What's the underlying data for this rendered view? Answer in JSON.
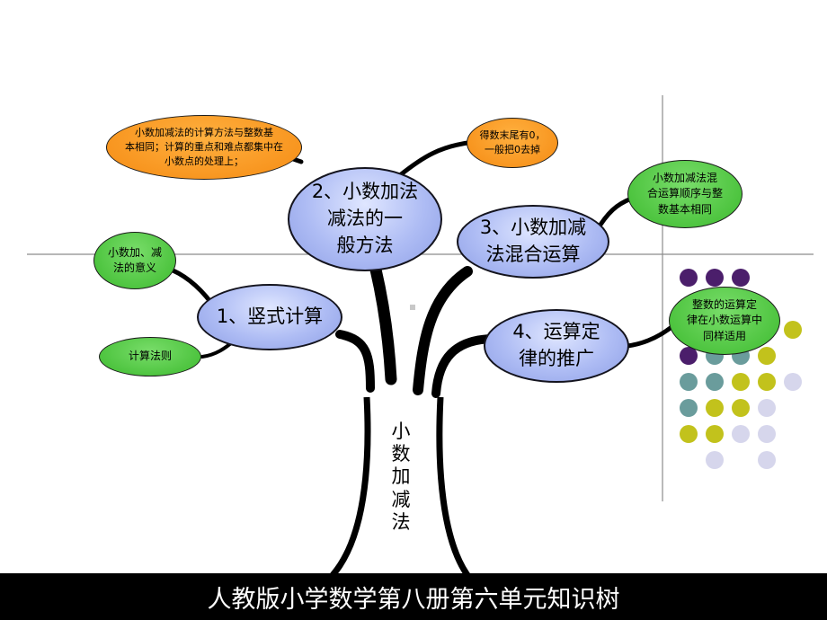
{
  "diagram": {
    "trunk_label": "小\n数\n加\n减\n法",
    "nodes": {
      "n1": "1、竖式计算",
      "n2": "2、小数加法\n减法的一\n般方法",
      "n3": "3、小数加减\n法混合运算",
      "n4": "4、运算定\n律的推广",
      "n1_meaning": "小数加、减\n法的意义",
      "n1_rule": "计算法则",
      "n2_left": "小数加减法的计算方法与整数基\n本相同；计算的重点和难点都集中在\n小数点的处理上；",
      "n2_right": "得数末尾有0，\n一般把0去掉",
      "n3_right": "小数加减法混\n合运算顺序与整\n数基本相同",
      "n4_right": "整数的运算定\n律在小数运算中\n同样适用"
    },
    "colors": {
      "main_node": "#aebcf4",
      "green_node": "#3cba2e",
      "orange_node": "#f58b13",
      "branch": "#000000",
      "dot_purple": "#4b1e6b",
      "dot_teal": "#6a9c9c",
      "dot_yellow": "#c2c21c",
      "dot_lavender": "#d6d6ec"
    }
  },
  "footer": {
    "title": "人教版小学数学第八册第六单元知识树"
  }
}
